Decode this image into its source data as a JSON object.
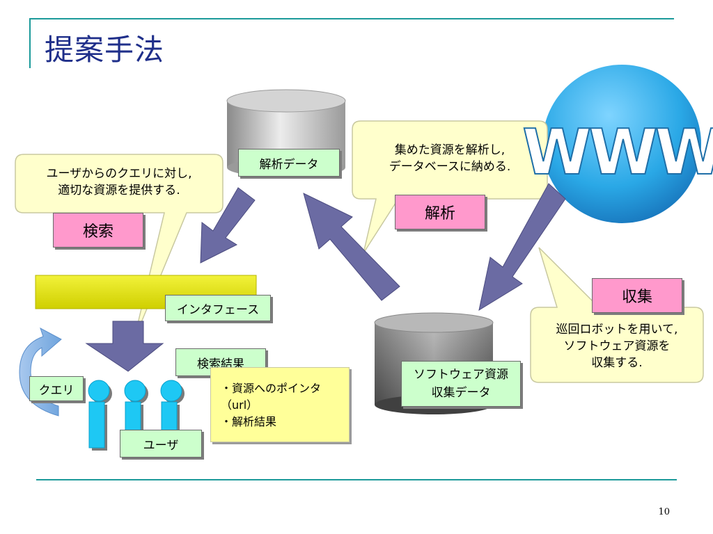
{
  "slide": {
    "title": "提案手法",
    "page_number": "10"
  },
  "colors": {
    "accent_line": "#1b9a9a",
    "title_text": "#1f2f8a",
    "callout_fill": "#ffffcc",
    "arrow_fill": "#6b6ba3",
    "label_green": "#ccffcc",
    "label_pink": "#ff99cc",
    "interface_bar": "#e6e600",
    "user_figure": "#00ccff",
    "www_globe": "#2aa8e6"
  },
  "callouts": {
    "search": {
      "line1": "ユーザからのクエリに対し,",
      "line2": "適切な資源を提供する."
    },
    "analysis": {
      "line1": "集めた資源を解析し,",
      "line2": "データベースに納める."
    },
    "collect": {
      "line1": "巡回ロボットを用いて,",
      "line2": "ソフトウェア資源を",
      "line3": "収集する."
    }
  },
  "labels": {
    "analysis_data": "解析データ",
    "interface": "インタフェース",
    "search_result": "検索結果",
    "query": "クエリ",
    "user": "ユーザ",
    "software_collect_line1": "ソフトウェア資源",
    "software_collect_line2": "収集データ"
  },
  "stages": {
    "search": "検索",
    "analysis": "解析",
    "collect": "収集"
  },
  "result_box": {
    "line1": "・資源へのポインタ",
    "line2": "（url）",
    "line3": "・解析結果"
  },
  "www": {
    "text": "WWW",
    "icon": "globe-icon"
  }
}
